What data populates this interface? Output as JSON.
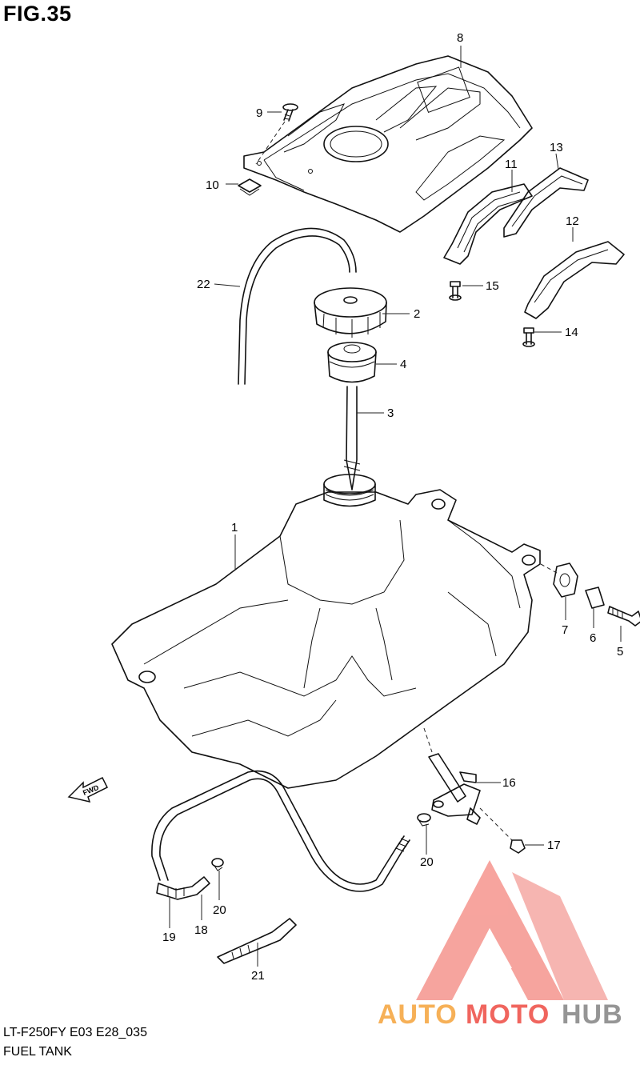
{
  "figure": {
    "title": "FIG.35"
  },
  "footer": {
    "model_code": "LT-F250FY  E03  E28_035",
    "section_name": "FUEL TANK"
  },
  "fwd_arrow": {
    "label": "FWD"
  },
  "callouts": {
    "p1": "1",
    "p2": "2",
    "p3": "3",
    "p4": "4",
    "p5": "5",
    "p6": "6",
    "p7": "7",
    "p8": "8",
    "p9": "9",
    "p10": "10",
    "p11": "11",
    "p12": "12",
    "p13": "13",
    "p14": "14",
    "p15": "15",
    "p16": "16",
    "p17": "17",
    "p18": "18",
    "p19": "19",
    "p20a": "20",
    "p20b": "20",
    "p21": "21",
    "p22": "22"
  },
  "watermark": {
    "brand_part1": "AUTO",
    "brand_part2": "MOTO",
    "brand_part3": "HUB",
    "color_orange": "#f5a33a",
    "color_red": "#ee4b43",
    "color_gray": "#8a8a8a"
  }
}
